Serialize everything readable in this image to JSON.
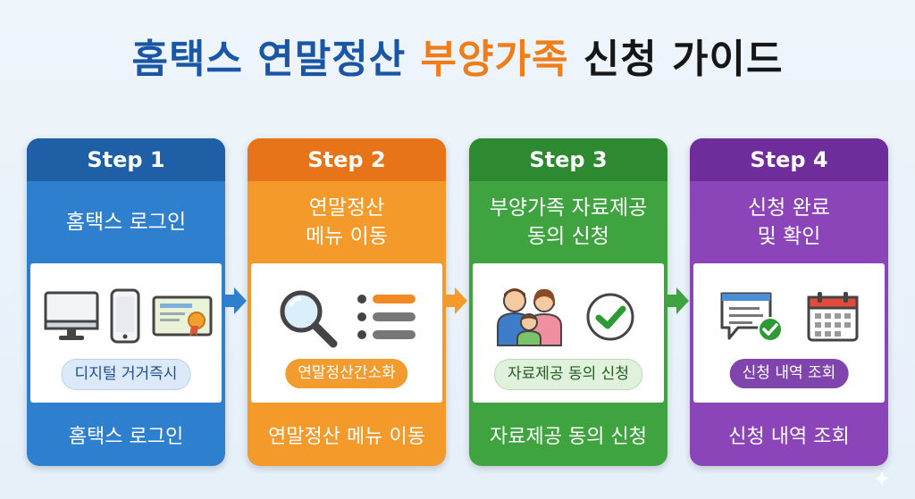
{
  "title": {
    "part1": "홈택스 연말정산 ",
    "part2": "부양가족",
    "part3": " 신청 가이드"
  },
  "steps": [
    {
      "step": "Step 1",
      "heading": "홈택스 로그인",
      "pill": "디지털 거거즉시",
      "footer": "홈택스 로그인",
      "icons": [
        "monitor-icon",
        "smartphone-icon",
        "certificate-icon"
      ],
      "color": "#2f7fcf"
    },
    {
      "step": "Step 2",
      "heading": "연말정산\n메뉴 이동",
      "pill": "연말정산간소화",
      "footer": "연말정산 메뉴 이동",
      "icons": [
        "magnifier-icon",
        "menu-list-icon"
      ],
      "color": "#f39a2a"
    },
    {
      "step": "Step 3",
      "heading": "부양가족 자료제공\n동의 신청",
      "pill": "자료제공 동의 신청",
      "footer": "자료제공 동의 신청",
      "icons": [
        "family-icon",
        "check-circle-icon"
      ],
      "color": "#3fa43f"
    },
    {
      "step": "Step 4",
      "heading": "신청 완료\n및 확인",
      "pill": "신청 내역 조회",
      "footer": "신청 내역 조회",
      "icons": [
        "chat-window-icon",
        "calendar-icon"
      ],
      "color": "#8c45b8"
    }
  ]
}
